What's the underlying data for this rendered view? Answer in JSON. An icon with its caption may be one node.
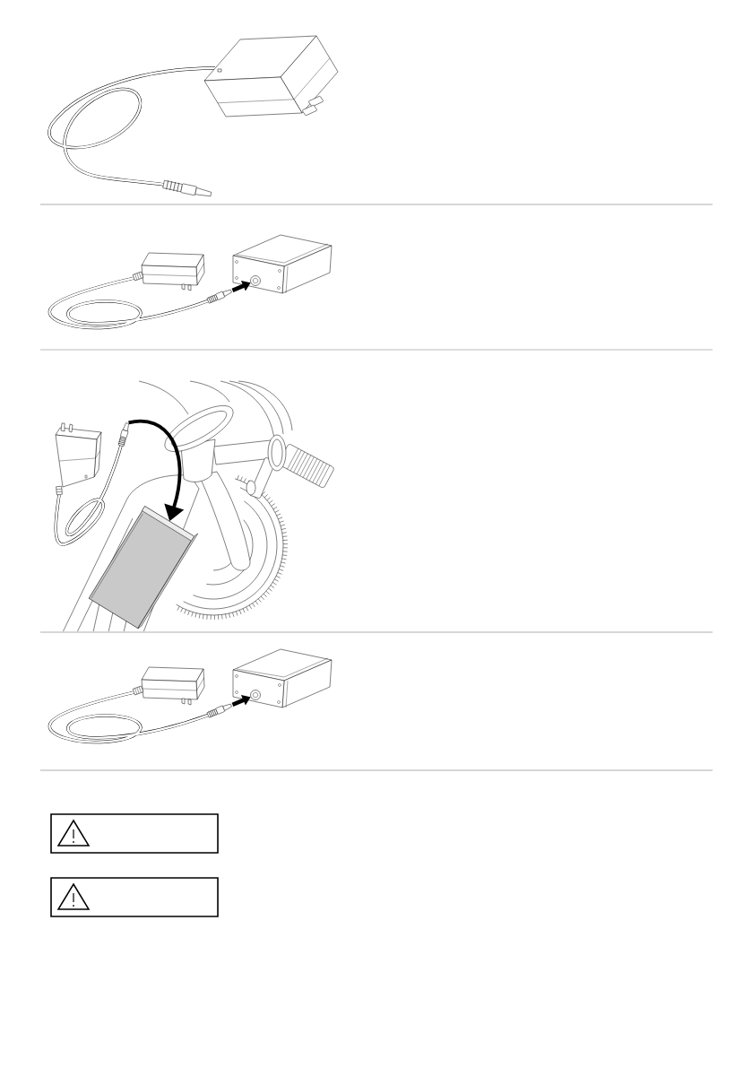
{
  "diagram": {
    "nodes": [
      {
        "text": [],
        "shape": "picture"
      },
      {
        "text": [],
        "shape": "circle"
      },
      {
        "text": [],
        "shape": "picture"
      },
      {
        "text": [],
        "shape": "picture"
      },
      {
        "text": [],
        "shape": "picture"
      },
      {
        "text": [],
        "shape": "circle"
      }
    ],
    "edges": [
      {
        "from": 0,
        "to": 1,
        "arrow": "to"
      },
      {
        "from": 2,
        "to": 3,
        "arrow": "to"
      },
      {
        "from": 4,
        "to": 5,
        "arrow": "to"
      }
    ]
  }
}
